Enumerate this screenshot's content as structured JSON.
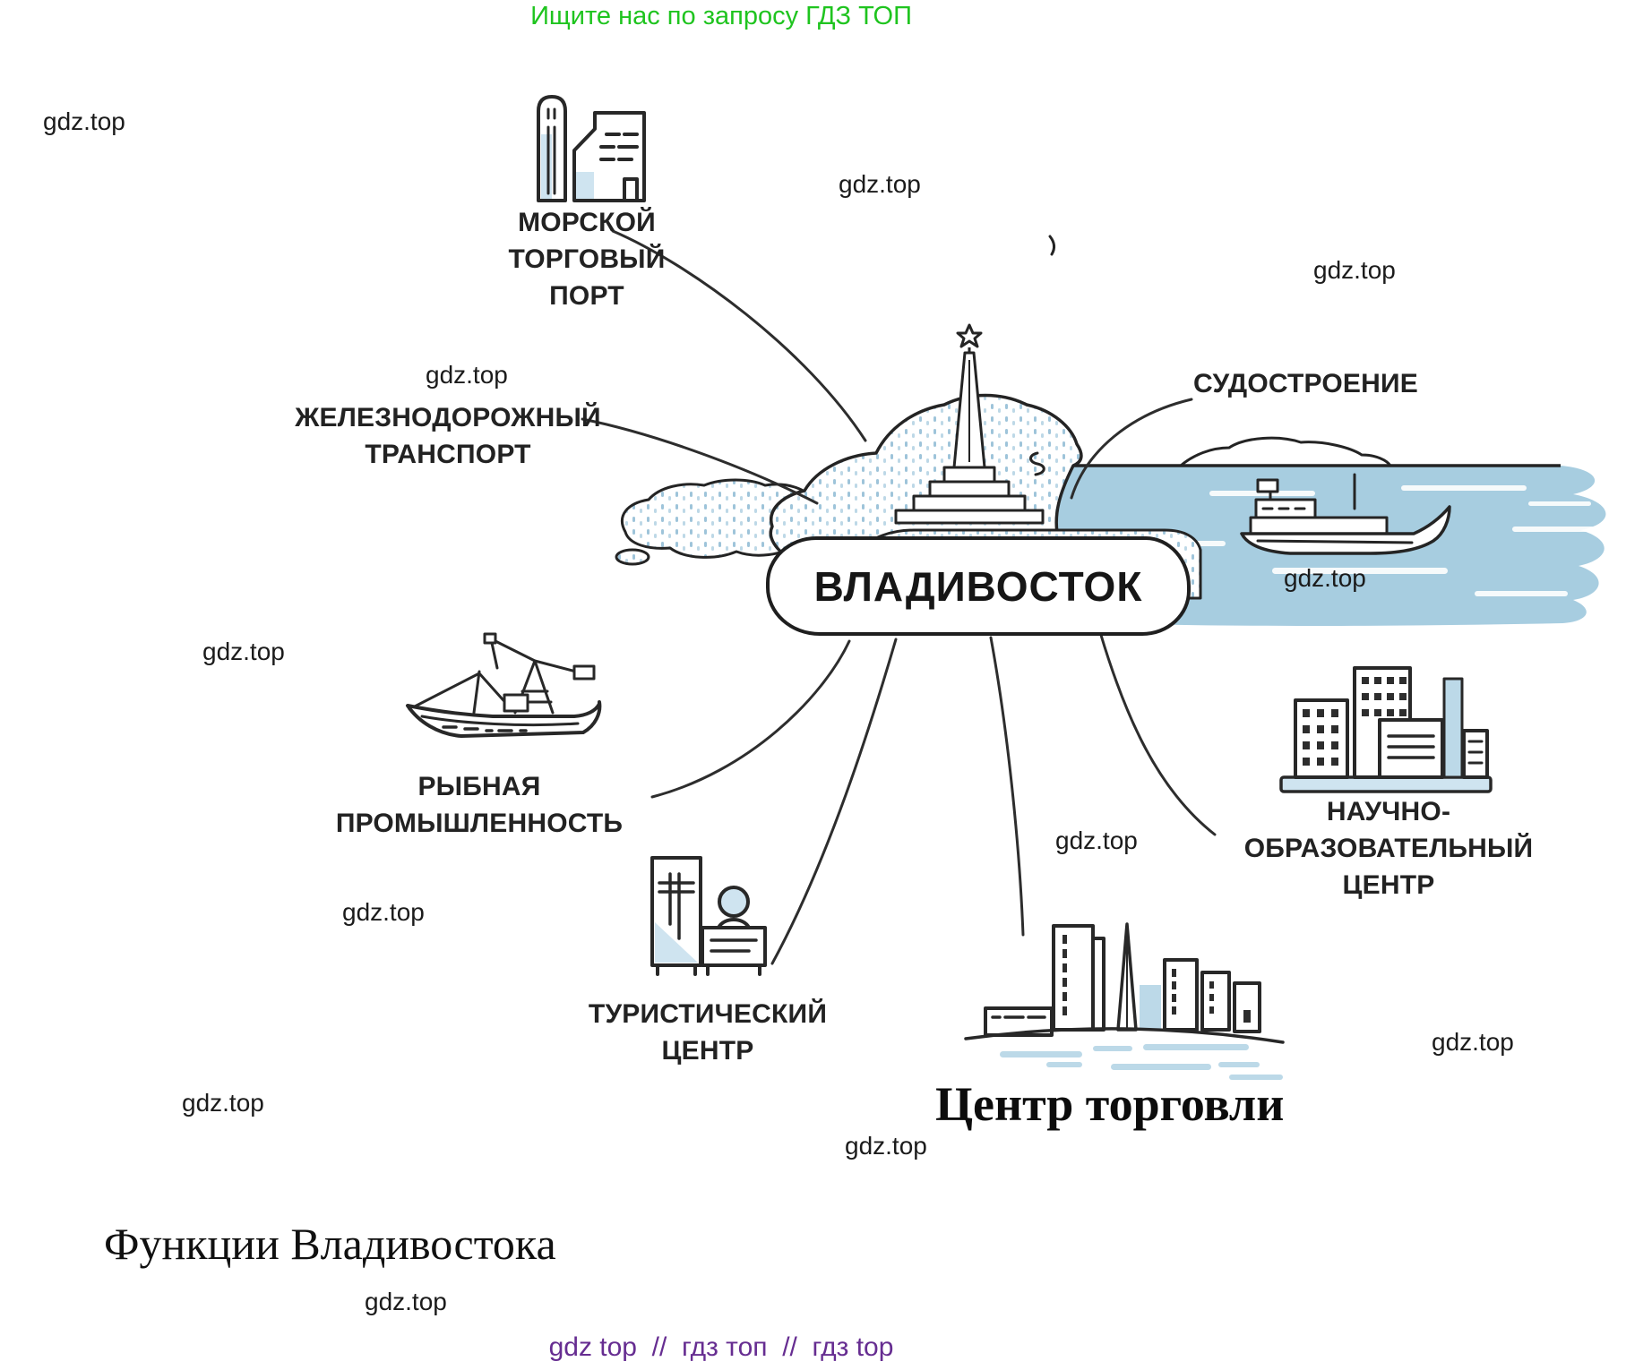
{
  "header": {
    "promo": "Ищите нас по запросу ГДЗ ТОП"
  },
  "watermark": {
    "text": "gdz.top"
  },
  "center": {
    "label": "ВЛАДИВОСТОК"
  },
  "nodes": {
    "sea_port": {
      "label": "МОРСКОЙ\nТОРГОВЫЙ\nПОРТ"
    },
    "railway": {
      "label": "ЖЕЛЕЗНОДОРОЖНЫЙ\nТРАНСПОРТ"
    },
    "shipbuilding": {
      "label": "СУДОСТРОЕНИЕ"
    },
    "fishing": {
      "label": "РЫБНАЯ\nПРОМЫШЛЕННОСТЬ"
    },
    "tourist": {
      "label": "ТУРИСТИЧЕСКИЙ\nЦЕНТР"
    },
    "trade": {
      "label": "Центр торговли"
    },
    "science": {
      "label": "НАУЧНО-\nОБРАЗОВАТЕЛЬНЫЙ\nЦЕНТР"
    }
  },
  "title": {
    "text": "Функции Владивостока"
  },
  "footer": {
    "text": "gdz top  //  гдз топ  //  гдз top"
  },
  "colors": {
    "accent_green": "#1fc41f",
    "accent_purple": "#662d91",
    "water_blue": "#a7cde0",
    "icon_blue": "#cfe4f0",
    "ink": "#222222"
  }
}
